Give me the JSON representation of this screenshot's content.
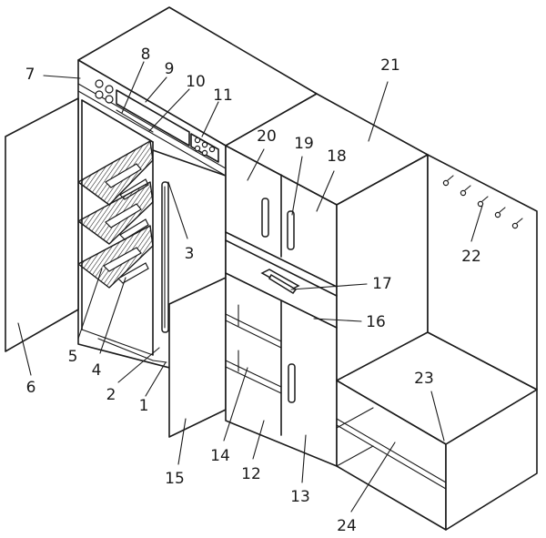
{
  "labels": [
    {
      "id": "1",
      "text": "1"
    },
    {
      "id": "2",
      "text": "2"
    },
    {
      "id": "3",
      "text": "3"
    },
    {
      "id": "4",
      "text": "4"
    },
    {
      "id": "5",
      "text": "5"
    },
    {
      "id": "6",
      "text": "6"
    },
    {
      "id": "7",
      "text": "7"
    },
    {
      "id": "8",
      "text": "8"
    },
    {
      "id": "9",
      "text": "9"
    },
    {
      "id": "10",
      "text": "10"
    },
    {
      "id": "11",
      "text": "11"
    },
    {
      "id": "12",
      "text": "12"
    },
    {
      "id": "13",
      "text": "13"
    },
    {
      "id": "14",
      "text": "14"
    },
    {
      "id": "15",
      "text": "15"
    },
    {
      "id": "16",
      "text": "16"
    },
    {
      "id": "17",
      "text": "17"
    },
    {
      "id": "18",
      "text": "18"
    },
    {
      "id": "19",
      "text": "19"
    },
    {
      "id": "20",
      "text": "20"
    },
    {
      "id": "21",
      "text": "21"
    },
    {
      "id": "22",
      "text": "22"
    },
    {
      "id": "23",
      "text": "23"
    },
    {
      "id": "24",
      "text": "24"
    }
  ]
}
